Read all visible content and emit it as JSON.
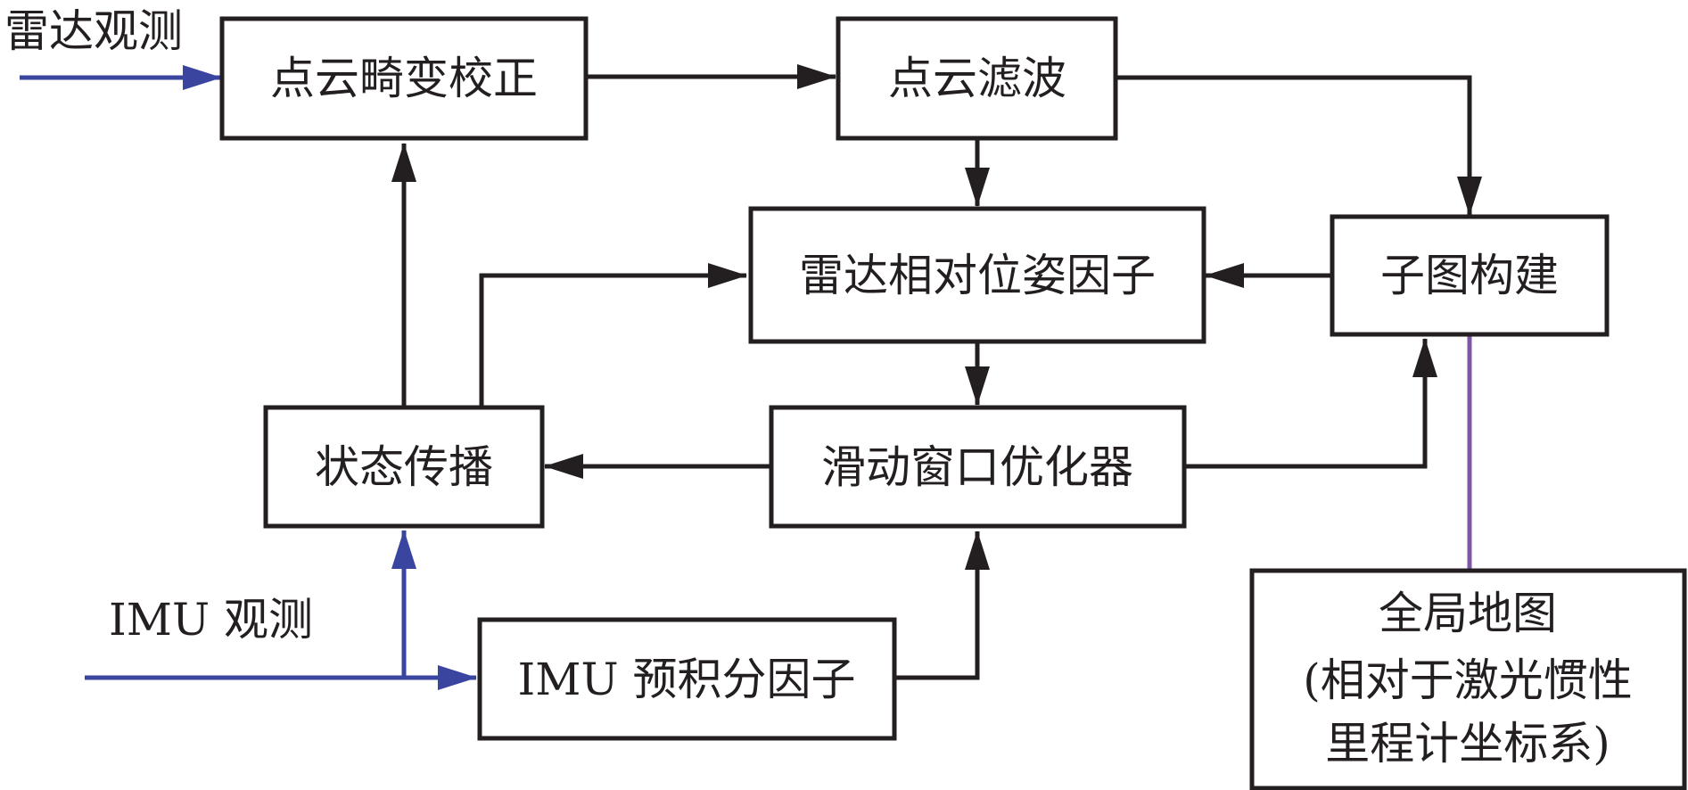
{
  "colors": {
    "line": "#231f20",
    "input_arrow": "#3a45a0",
    "global_map_link": "#7e57a8"
  },
  "inputs": {
    "radar": "雷达观测",
    "imu": "IMU 观测"
  },
  "nodes": {
    "deskew": "点云畸变校正",
    "filter": "点云滤波",
    "lidar_factor": "雷达相对位姿因子",
    "submap": "子图构建",
    "state_prop": "状态传播",
    "optimizer": "滑动窗口优化器",
    "imu_factor": "IMU 预积分因子",
    "global_map": {
      "line1": "全局地图",
      "line2": "(相对于激光惯性",
      "line3": "里程计坐标系)"
    }
  }
}
